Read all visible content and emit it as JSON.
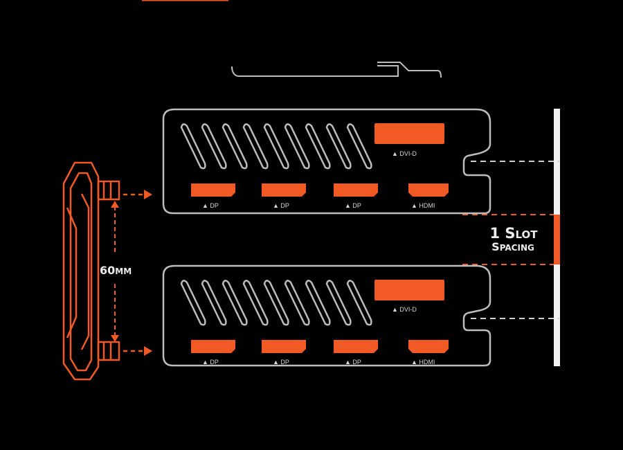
{
  "colors": {
    "accent": "#f15a24",
    "outline": "#bdbdbd",
    "background": "#000000",
    "white_bar": "#f2f2f2"
  },
  "cards": [
    {
      "ports_top": {
        "label": "DVI-D"
      },
      "ports_bottom": [
        {
          "label": "DP"
        },
        {
          "label": "DP"
        },
        {
          "label": "DP"
        },
        {
          "label": "HDMI"
        }
      ]
    },
    {
      "ports_top": {
        "label": "DVI-D"
      },
      "ports_bottom": [
        {
          "label": "DP"
        },
        {
          "label": "DP"
        },
        {
          "label": "DP"
        },
        {
          "label": "HDMI"
        }
      ]
    }
  ],
  "spacing_label": {
    "line1_big": "1 S",
    "line1_small": "LOT",
    "line2_big": "S",
    "line2_small": "PACING"
  },
  "fan_label": {
    "big": "60",
    "small": "MM"
  }
}
